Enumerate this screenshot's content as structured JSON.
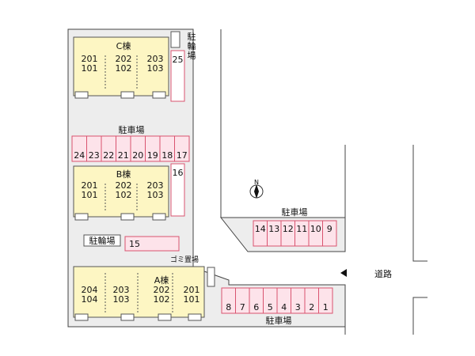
{
  "buildings": {
    "c": {
      "name": "C棟",
      "units": [
        {
          "top": "201",
          "bottom": "101"
        },
        {
          "top": "202",
          "bottom": "102"
        },
        {
          "top": "203",
          "bottom": "103"
        }
      ]
    },
    "b": {
      "name": "B棟",
      "units": [
        {
          "top": "201",
          "bottom": "101"
        },
        {
          "top": "202",
          "bottom": "102"
        },
        {
          "top": "203",
          "bottom": "103"
        }
      ]
    },
    "a": {
      "name": "A棟",
      "units": [
        {
          "top": "204",
          "bottom": "104"
        },
        {
          "top": "203",
          "bottom": "103"
        },
        {
          "top": "202",
          "bottom": "102"
        },
        {
          "top": "201",
          "bottom": "101"
        }
      ]
    }
  },
  "labels": {
    "parking_main": "駐車場",
    "parking_east": "駐車場",
    "parking_south": "駐車場",
    "bike_parking_north": [
      "駐",
      "輪",
      "場"
    ],
    "bike_parking_mid": "駐輪場",
    "garbage": "ゴミ置場",
    "road": "道路",
    "north": "N"
  },
  "parking_spaces": {
    "row_24_17": [
      "24",
      "23",
      "22",
      "21",
      "20",
      "19",
      "18",
      "17"
    ],
    "space_25": "25",
    "space_16": "16",
    "space_15": "15",
    "row_14_9": [
      "14",
      "13",
      "12",
      "11",
      "10",
      "9"
    ],
    "row_8_1": [
      "8",
      "7",
      "6",
      "5",
      "4",
      "3",
      "2",
      "1"
    ]
  },
  "colors": {
    "building_fill": "#fdf6c3",
    "building_stroke": "#555555",
    "parking_fill": "#fde3ea",
    "parking_stroke": "#d9536f",
    "site_fill": "#ededed",
    "line": "#444444"
  }
}
